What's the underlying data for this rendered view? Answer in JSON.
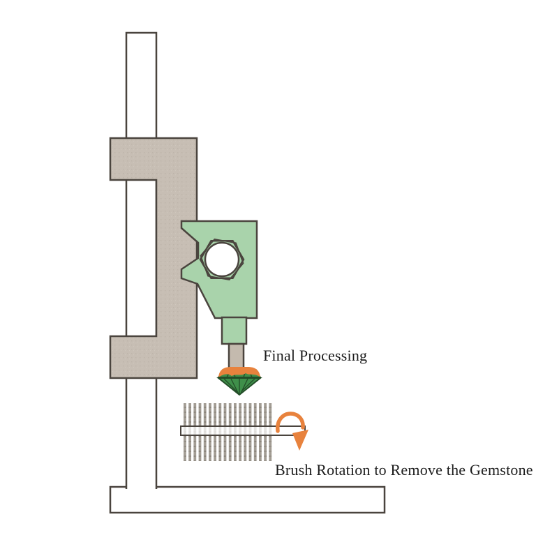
{
  "labels": {
    "final_processing": "Final Processing",
    "brush_rotation": "Brush Rotation to Remove the Gemstone"
  },
  "components": [
    "support-column",
    "carriage-bracket",
    "tool-head",
    "hex-nut",
    "collet",
    "dop-stick",
    "adhesive-wax",
    "gemstone",
    "brush-bristles",
    "brush-shaft",
    "rotation-arrow",
    "machine-base"
  ],
  "colors": {
    "machine_gray": "#c7beb4",
    "outline_dark": "#4a443e",
    "head_green": "#a9d3ab",
    "gem_green": "#3f8f4a",
    "gem_line": "#234d28",
    "accent_orange": "#e8823d",
    "bristle_gray": "#a39d94",
    "dop_tan": "#c4baae",
    "text_color": "#1c1c1c",
    "background": "#ffffff"
  }
}
